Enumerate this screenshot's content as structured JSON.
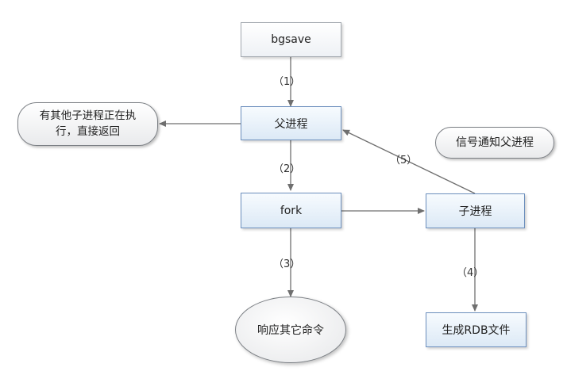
{
  "nodes": {
    "bgsave": "bgsave",
    "parent": "父进程",
    "fork": "fork",
    "child": "子进程",
    "other_child_line1": "有其他子进程正在执",
    "other_child_line2": "行，直接返回",
    "notify_parent": "信号通知父进程",
    "respond_other": "响应其它命令",
    "generate_rdb": "生成RDB文件"
  },
  "steps": {
    "s1": "（1）",
    "s2": "（2）",
    "s3": "（3）",
    "s4": "（4）",
    "s5": "（5）"
  },
  "colors": {
    "arrow": "#6f6f6f",
    "box_border": "#a3a9b0",
    "blue_border": "#6c8fbd"
  }
}
